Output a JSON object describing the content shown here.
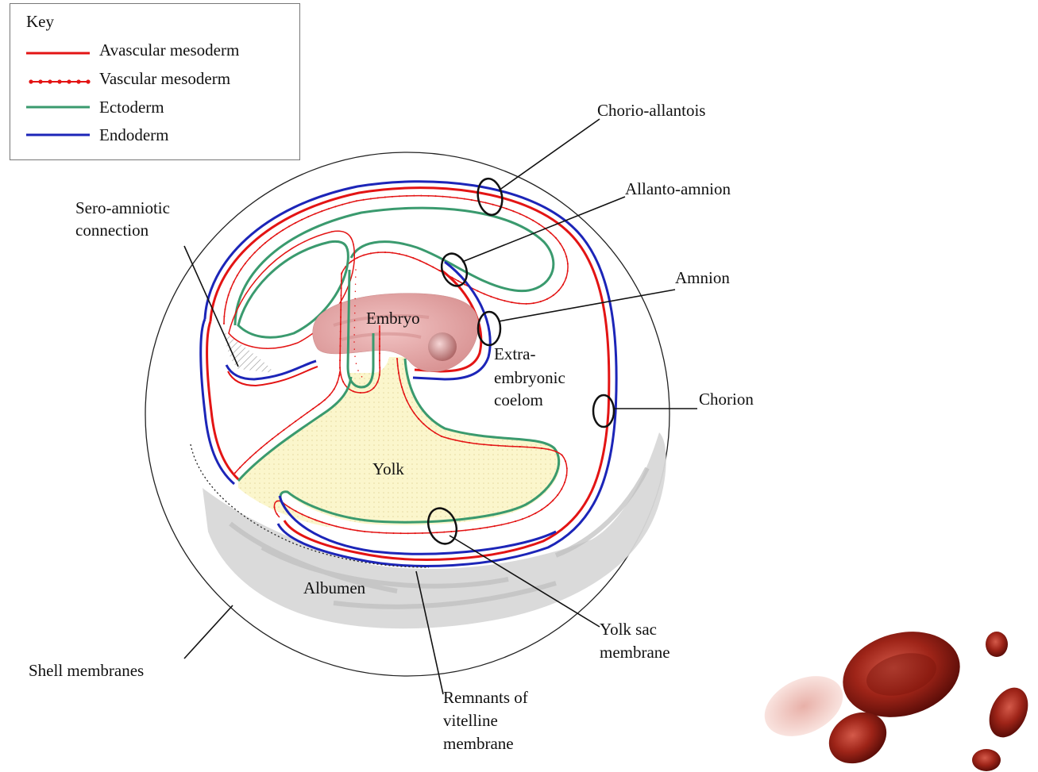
{
  "key": {
    "title": "Key",
    "items": [
      {
        "label": "Avascular mesoderm",
        "color": "#e31414",
        "style": "solid"
      },
      {
        "label": "Vascular mesoderm",
        "color": "#e31414",
        "style": "dotted"
      },
      {
        "label": "Ectoderm",
        "color": "#3a9a6e",
        "style": "solid"
      },
      {
        "label": "Endoderm",
        "color": "#1c25b8",
        "style": "solid"
      }
    ]
  },
  "labels": {
    "chorio_allantois": "Chorio-allantois",
    "allanto_amnion": "Allanto-amnion",
    "sero_amniotic_1": "Sero-amniotic",
    "sero_amniotic_2": "connection",
    "amnion": "Amnion",
    "embryo": "Embryo",
    "extra_1": "Extra-",
    "extra_2": "embryonic",
    "extra_3": "coelom",
    "chorion": "Chorion",
    "yolk": "Yolk",
    "albumen": "Albumen",
    "yolk_sac_1": "Yolk sac",
    "yolk_sac_2": "membrane",
    "shell_membranes": "Shell membranes",
    "remnants_1": "Remnants of",
    "remnants_2": "vitelline",
    "remnants_3": "membrane"
  },
  "colors": {
    "avascular_mesoderm": "#e31414",
    "vascular_mesoderm": "#e31414",
    "ectoderm": "#3a9a6e",
    "endoderm": "#1c25b8",
    "yolk": "#fbf5c8",
    "embryo": "#e8a8a8",
    "albumen": "#d9d9d9",
    "blood_cells": "#8c1a12"
  }
}
